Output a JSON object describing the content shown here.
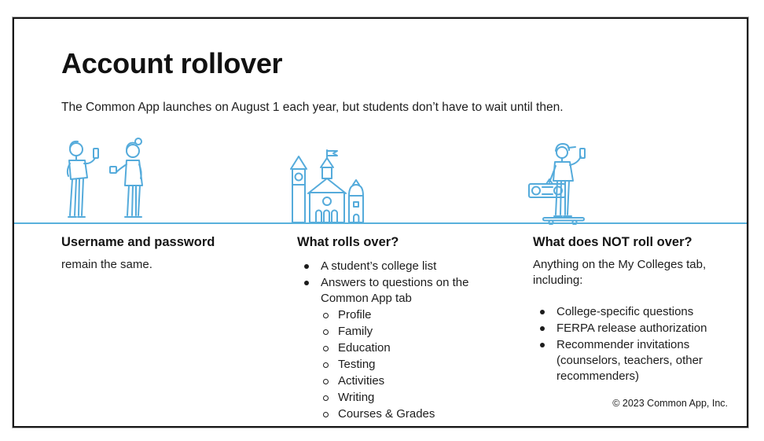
{
  "page": {
    "title": "Account rollover",
    "subtitle": "The Common App launches on August 1 each year, but students don’t have to wait until then.",
    "footer": "© 2023 Common App, Inc."
  },
  "columns": [
    {
      "heading": "Username and password",
      "body": "remain the same."
    },
    {
      "heading": "What rolls over?",
      "bullets": [
        "A student’s college list",
        "Answers to questions on the Common App tab"
      ],
      "sub_bullets": [
        "Profile",
        "Family",
        "Education",
        "Testing",
        "Activities",
        "Writing",
        "Courses & Grades"
      ]
    },
    {
      "heading": "What does NOT roll over?",
      "intro": "Anything on the My Colleges tab, including:",
      "bullets": [
        "College-specific questions",
        "FERPA release authorization",
        "Recommender invitations (counselors, teachers, other recommenders)"
      ]
    }
  ],
  "illustrations": [
    "two-people-talking",
    "college-buildings",
    "skater-with-boombox-and-phone"
  ],
  "colors": {
    "accent_blue": "#55abdb",
    "ground_line": "#58b1dc",
    "border": "#151515",
    "text": "#1c1c1c"
  }
}
